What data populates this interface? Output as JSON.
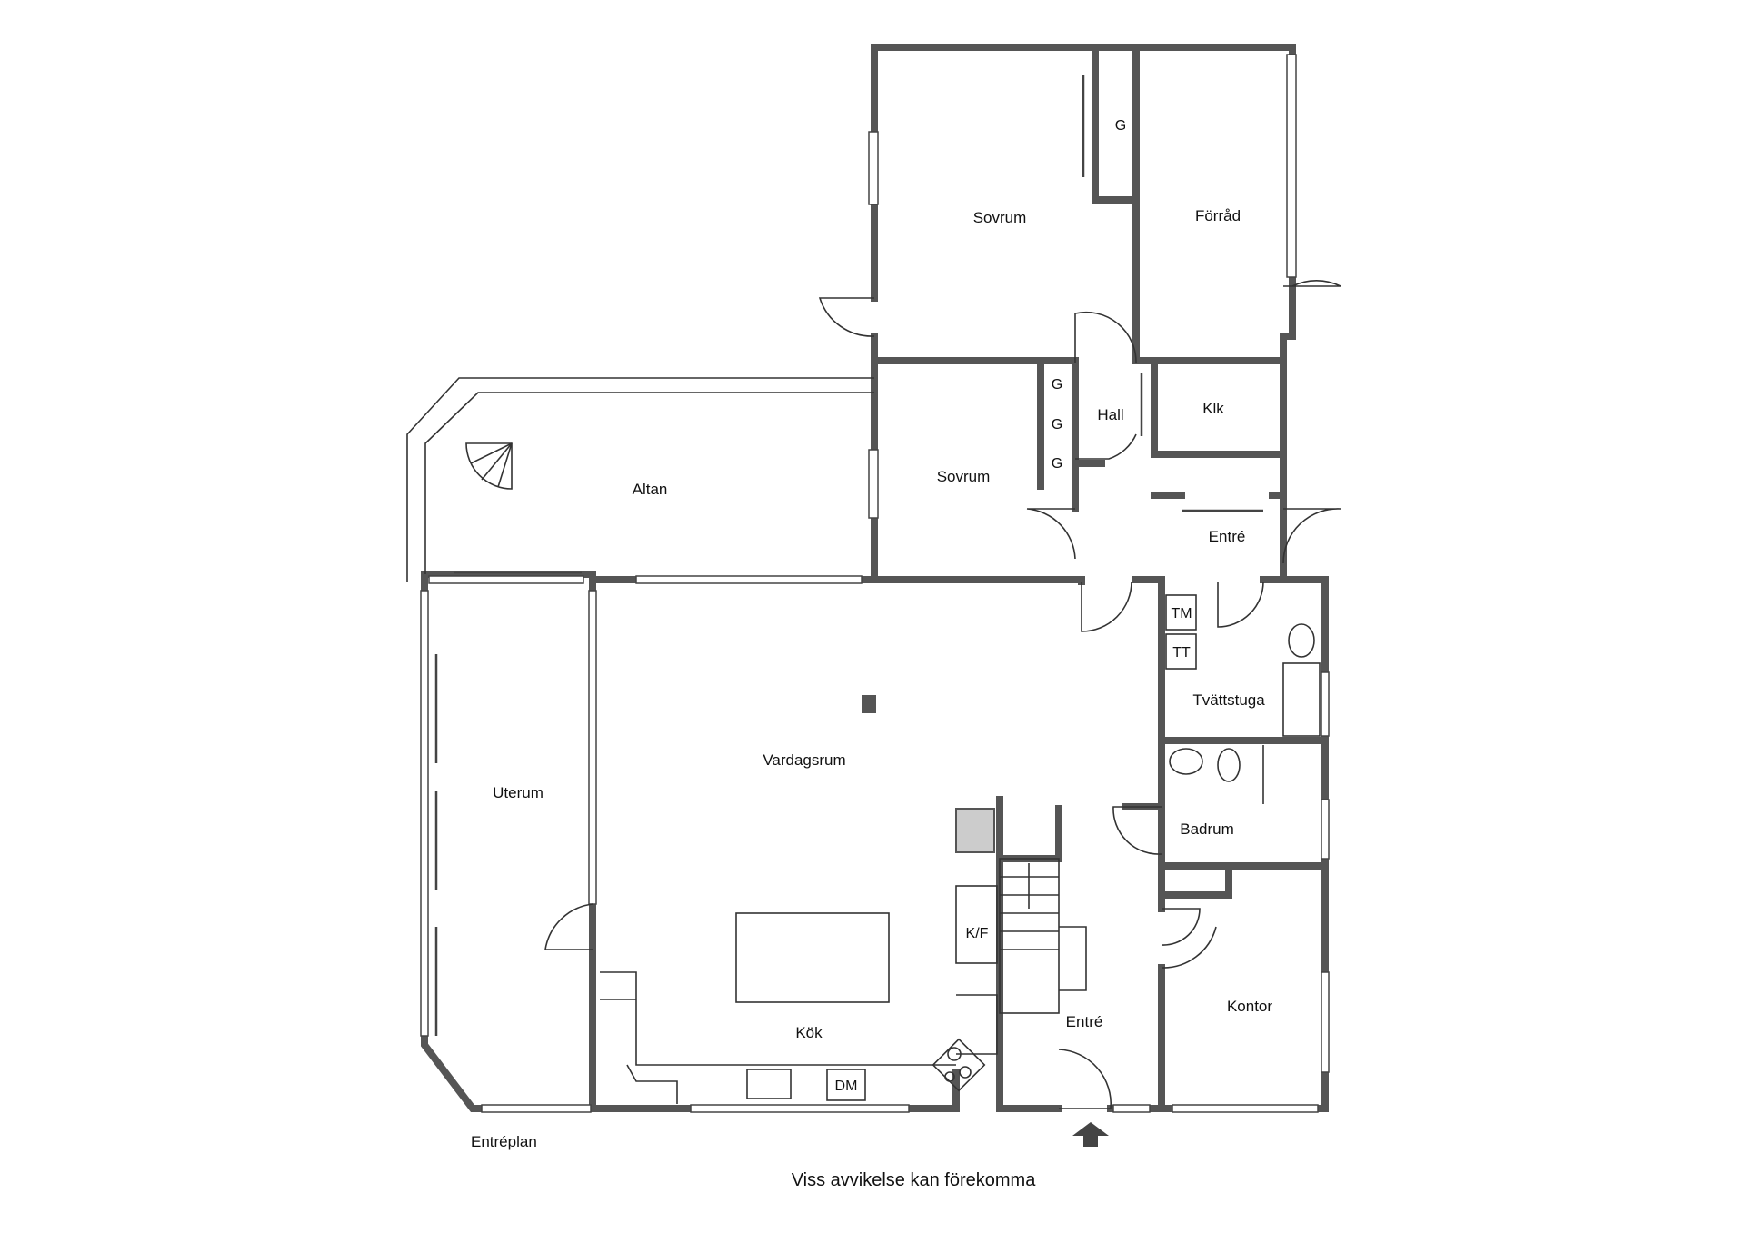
{
  "plan": {
    "name": "Entréplan",
    "disclaimer": "Viss avvikelse kan förekomma"
  },
  "rooms": {
    "sovrum_top": "Sovrum",
    "forrad": "Förråd",
    "sovrum_mid": "Sovrum",
    "hall": "Hall",
    "klk": "Klk",
    "entre_top": "Entré",
    "altan": "Altan",
    "uterum": "Uterum",
    "vardagsrum": "Vardagsrum",
    "kok": "Kök",
    "tvattstuga": "Tvättstuga",
    "badrum": "Badrum",
    "kontor": "Kontor",
    "entre_main": "Entré"
  },
  "fixtures": {
    "wardrobe_top": "G",
    "wardrobe_1": "G",
    "wardrobe_2": "G",
    "wardrobe_3": "G",
    "washing_machine": "TM",
    "tumble_dryer": "TT",
    "fridge_freezer": "K/F",
    "dishwasher": "DM"
  },
  "colors": {
    "wall": "#555555",
    "line": "#333333",
    "background": "#ffffff"
  }
}
